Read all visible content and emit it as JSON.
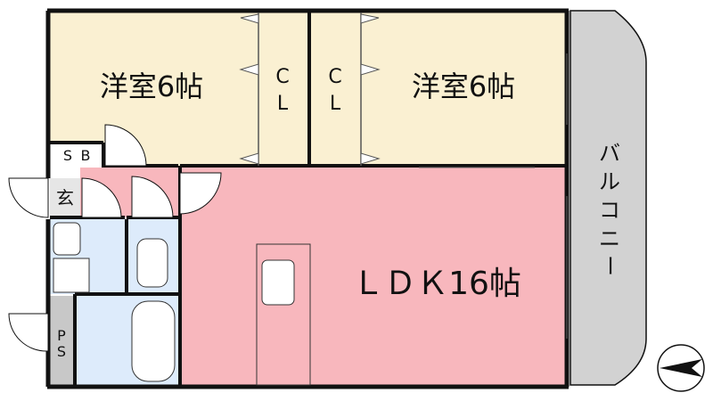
{
  "rooms": {
    "western_left": "洋室6帖",
    "western_right": "洋室6帖",
    "closet_left": [
      "C",
      "L"
    ],
    "closet_right": [
      "C",
      "L"
    ],
    "ldk": "ＬＤＫ16帖",
    "balcony": [
      "バ",
      "ル",
      "コ",
      "ニ",
      "ー"
    ],
    "storage": [
      "S",
      "B"
    ],
    "entrance": "玄",
    "pipe_space": [
      "P",
      "S"
    ]
  },
  "colors": {
    "western": "#FAF0D2",
    "ldk": "#F8B7BD",
    "wet": "#DDEBFB",
    "balcony": "#D2D2D2",
    "pipe": "#C8C8C8",
    "wall": "#111111"
  }
}
